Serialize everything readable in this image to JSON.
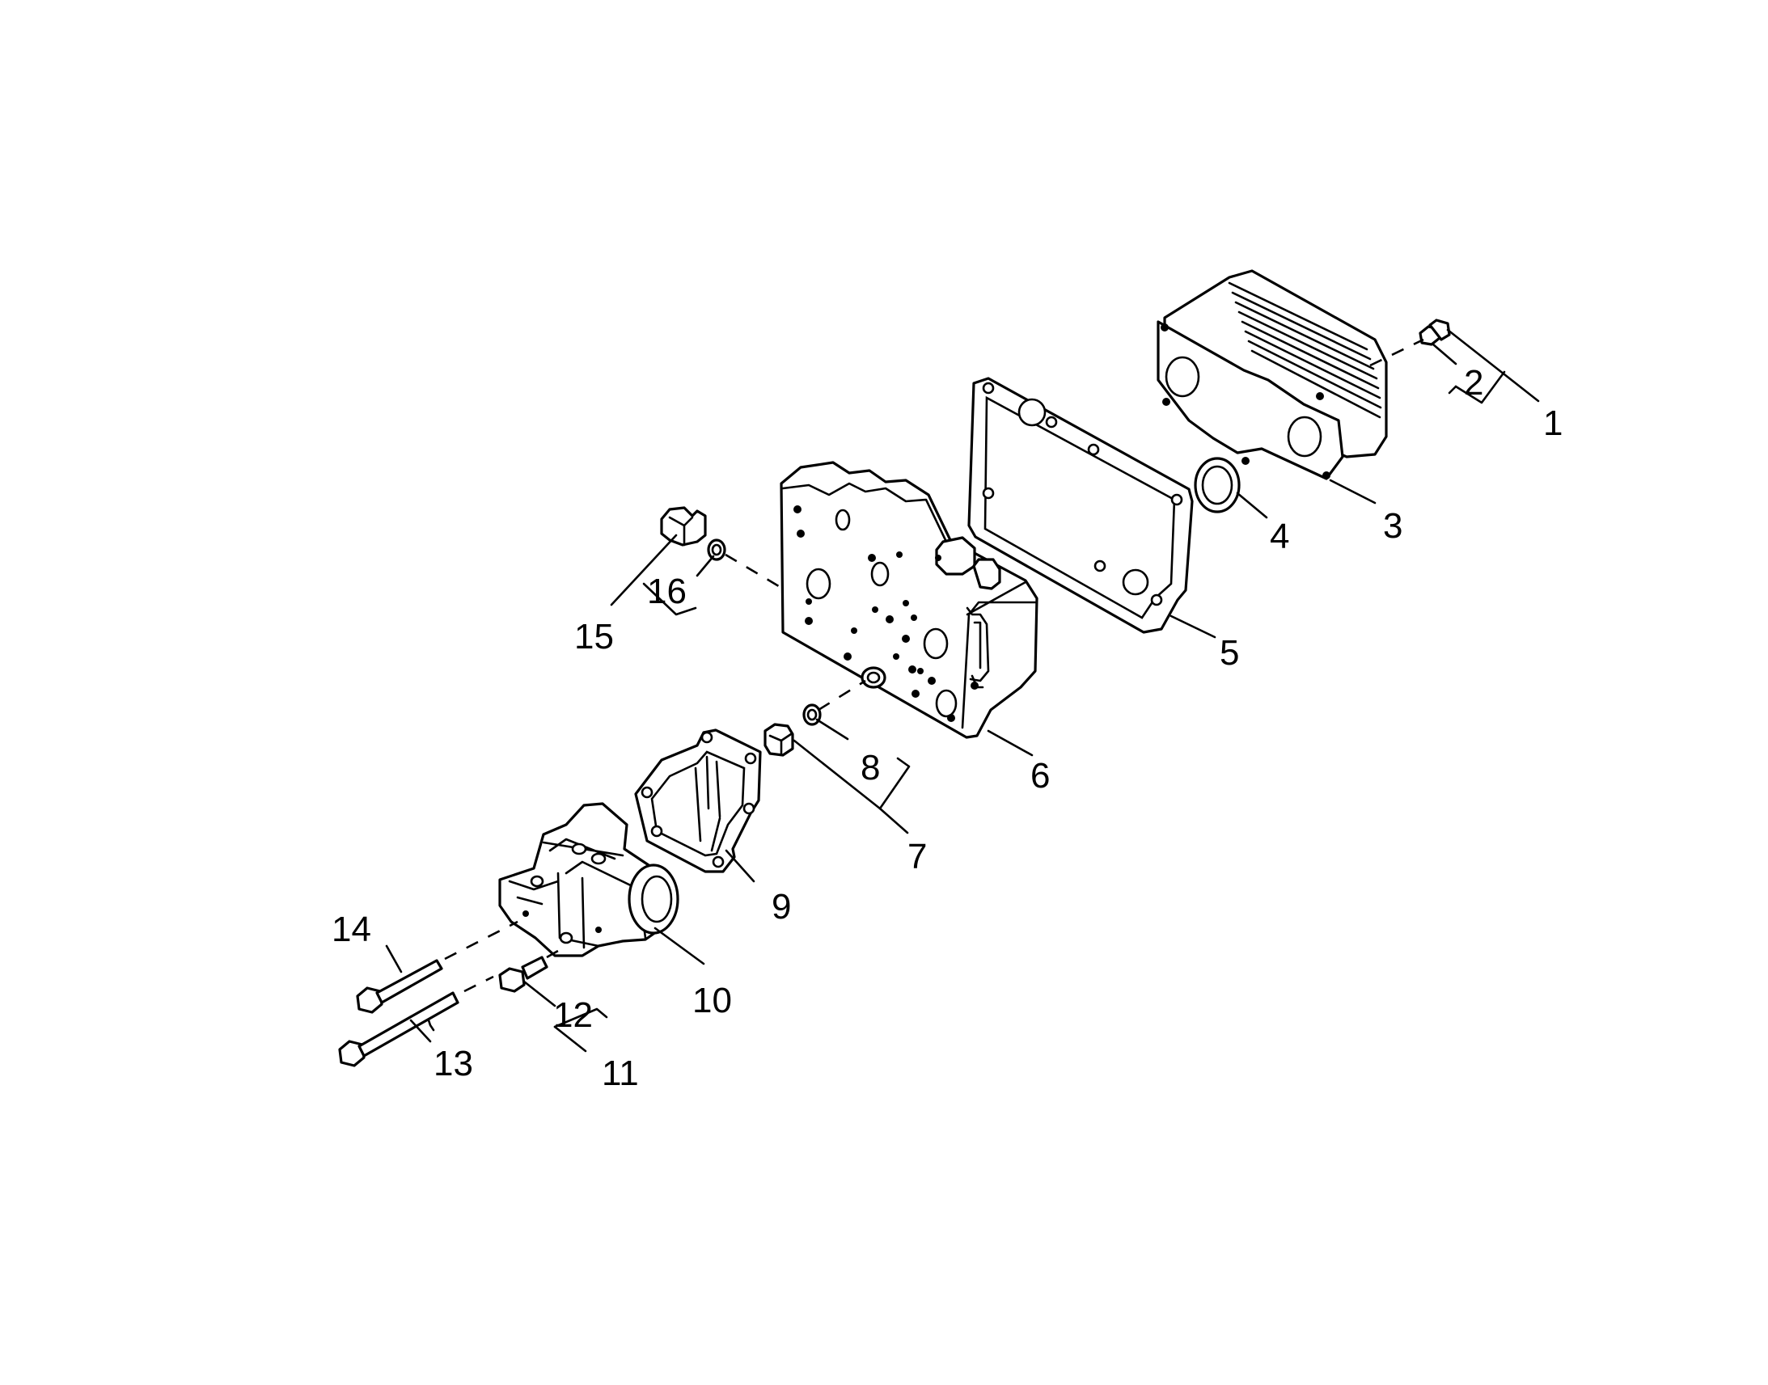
{
  "figure": {
    "callouts": [
      {
        "id": "1",
        "text": "1"
      },
      {
        "id": "2",
        "text": "2"
      },
      {
        "id": "3",
        "text": "3"
      },
      {
        "id": "4",
        "text": "4"
      },
      {
        "id": "5",
        "text": "5"
      },
      {
        "id": "6",
        "text": "6"
      },
      {
        "id": "7",
        "text": "7"
      },
      {
        "id": "8",
        "text": "8"
      },
      {
        "id": "9",
        "text": "9"
      },
      {
        "id": "10",
        "text": "10"
      },
      {
        "id": "11",
        "text": "11"
      },
      {
        "id": "12",
        "text": "12"
      },
      {
        "id": "13",
        "text": "13"
      },
      {
        "id": "14",
        "text": "14"
      },
      {
        "id": "15",
        "text": "15"
      },
      {
        "id": "16",
        "text": "16"
      }
    ]
  }
}
